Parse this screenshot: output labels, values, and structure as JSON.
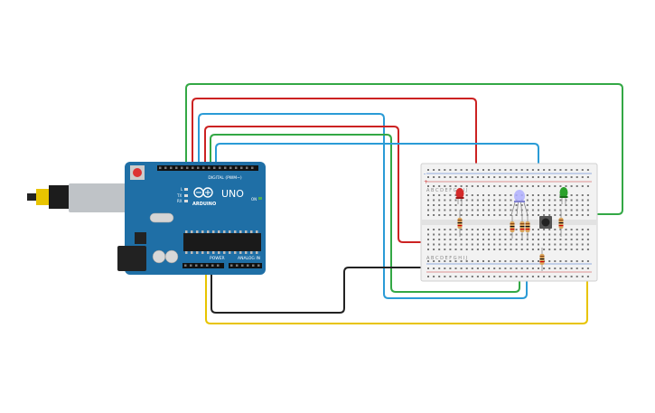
{
  "arduino": {
    "brand_label": "UNO",
    "logo_text": "ARDUINO",
    "digital_header_label": "DIGITAL (PWM~)",
    "power_header_label": "POWER",
    "analog_header_label": "ANALOG IN",
    "tx_label": "TX",
    "rx_label": "RX",
    "on_label": "ON",
    "l_label": "L",
    "board_color": "#1f6fa6",
    "usb_color": "#bfc3c7",
    "jack_color": "#222222"
  },
  "breadboard": {
    "column_letters_top": "A B C D E F G H I J",
    "column_letters_bottom": "A B C D E F G H I J",
    "rail_plus": "+",
    "rail_minus": "-",
    "body_color": "#f2f2f2"
  },
  "components": {
    "led_red_color": "#d42a2a",
    "led_green_color": "#2aa02a",
    "led_rgb_color": "#b0b0ff",
    "pushbutton_color": "#222222",
    "resistor_color": "#d9a55c"
  },
  "wires": {
    "red": "#cc2222",
    "green": "#33a845",
    "blue": "#2a9bd6",
    "black": "#222222",
    "yellow": "#e8c400"
  }
}
